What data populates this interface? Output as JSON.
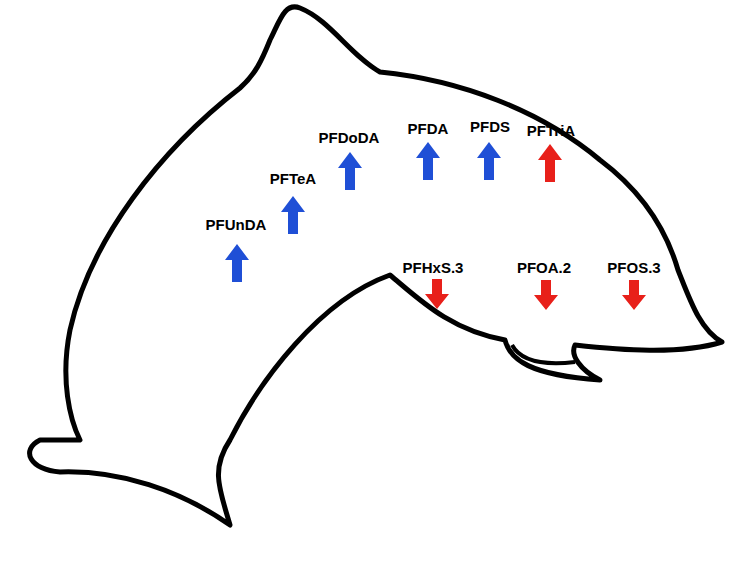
{
  "diagram": {
    "labels": [
      "PFUnDA",
      "PFTeA",
      "PFDoDA",
      "PFDA",
      "PFDS",
      "PFTriA",
      "PFHxS.3",
      "PFOA.2",
      "PFOS.3"
    ]
  }
}
